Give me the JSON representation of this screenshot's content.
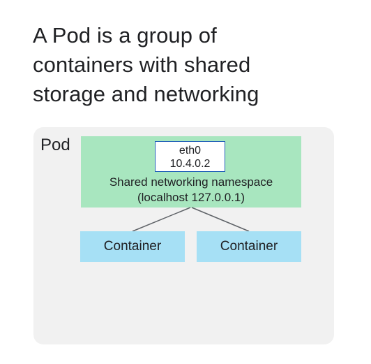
{
  "title_lines": [
    "A Pod is a group of",
    "containers with shared",
    "storage and networking"
  ],
  "pod": {
    "label": "Pod"
  },
  "interface": {
    "name": "eth0",
    "ip": "10.4.0.2"
  },
  "namespace": {
    "line1": "Shared networking namespace",
    "line2": "(localhost 127.0.0.1)"
  },
  "containers": [
    {
      "label": "Container"
    },
    {
      "label": "Container"
    }
  ],
  "colors": {
    "pod_background": "#f1f1f1",
    "namespace_background": "#a8e6bf",
    "container_background": "#a6e0f5",
    "interface_border": "#1f5fb7",
    "link_line": "#5f6368"
  }
}
